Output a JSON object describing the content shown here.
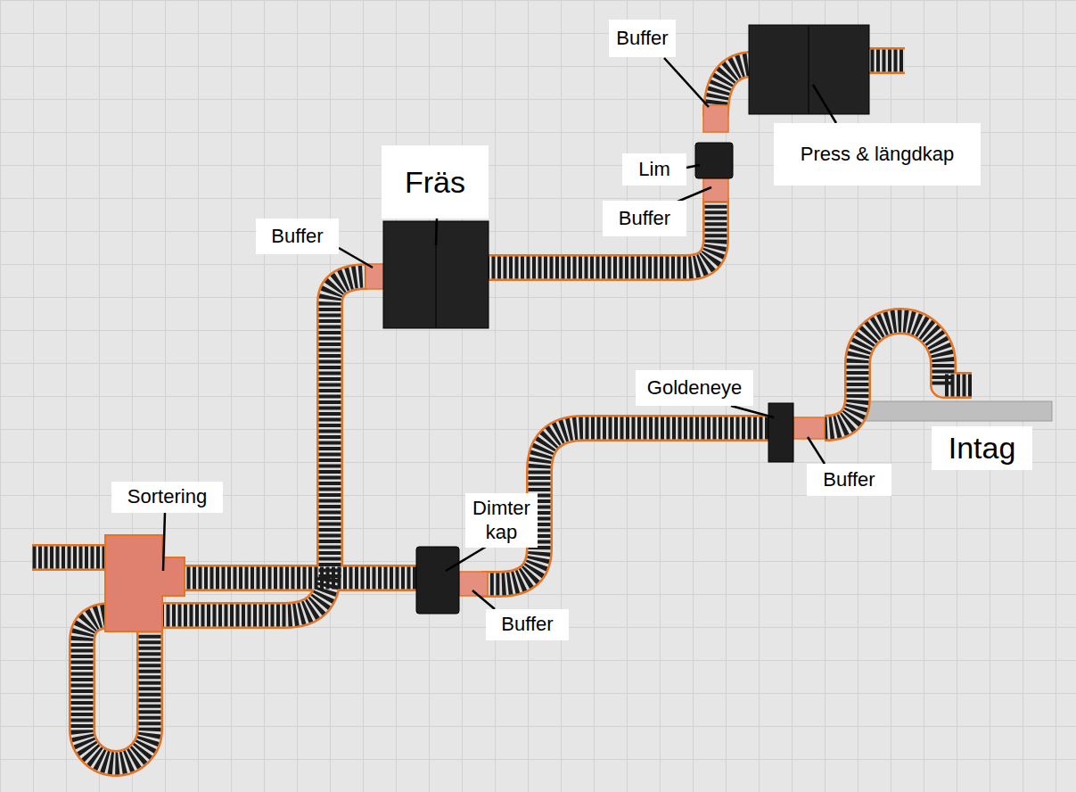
{
  "diagram": {
    "labels": [
      "Buffer",
      "Press & längdkap",
      "Lim",
      "Fräs",
      "Buffer",
      "Buffer",
      "Goldeneye",
      "Intag",
      "Buffer",
      "Sortering",
      "Dimter kap",
      "Buffer"
    ]
  }
}
